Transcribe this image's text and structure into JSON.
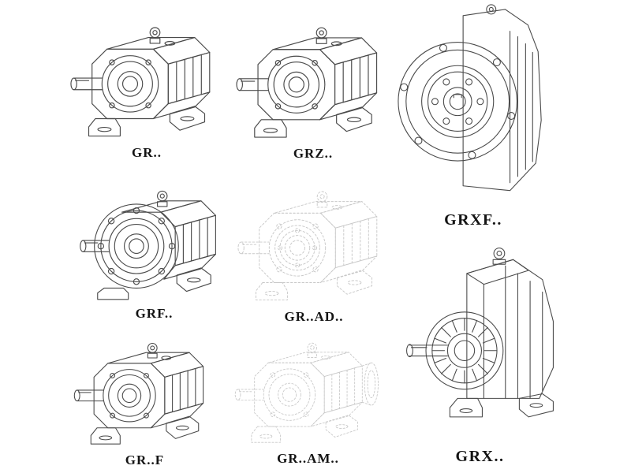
{
  "background": "#ffffff",
  "colors": {
    "line": "#4a4a4a",
    "ghost_line": "#c8c8c8",
    "label_text": "#141414"
  },
  "figures": [
    {
      "label": "GR..",
      "style": "solid"
    },
    {
      "label": "GRZ..",
      "style": "solid"
    },
    {
      "label": "GRXF..",
      "style": "solid"
    },
    {
      "label": "GRF..",
      "style": "solid"
    },
    {
      "label": "GR..AD..",
      "style": "ghost"
    },
    {
      "label": "GR..F",
      "style": "solid"
    },
    {
      "label": "GR..AM..",
      "style": "ghost"
    },
    {
      "label": "GRX..",
      "style": "solid"
    }
  ]
}
